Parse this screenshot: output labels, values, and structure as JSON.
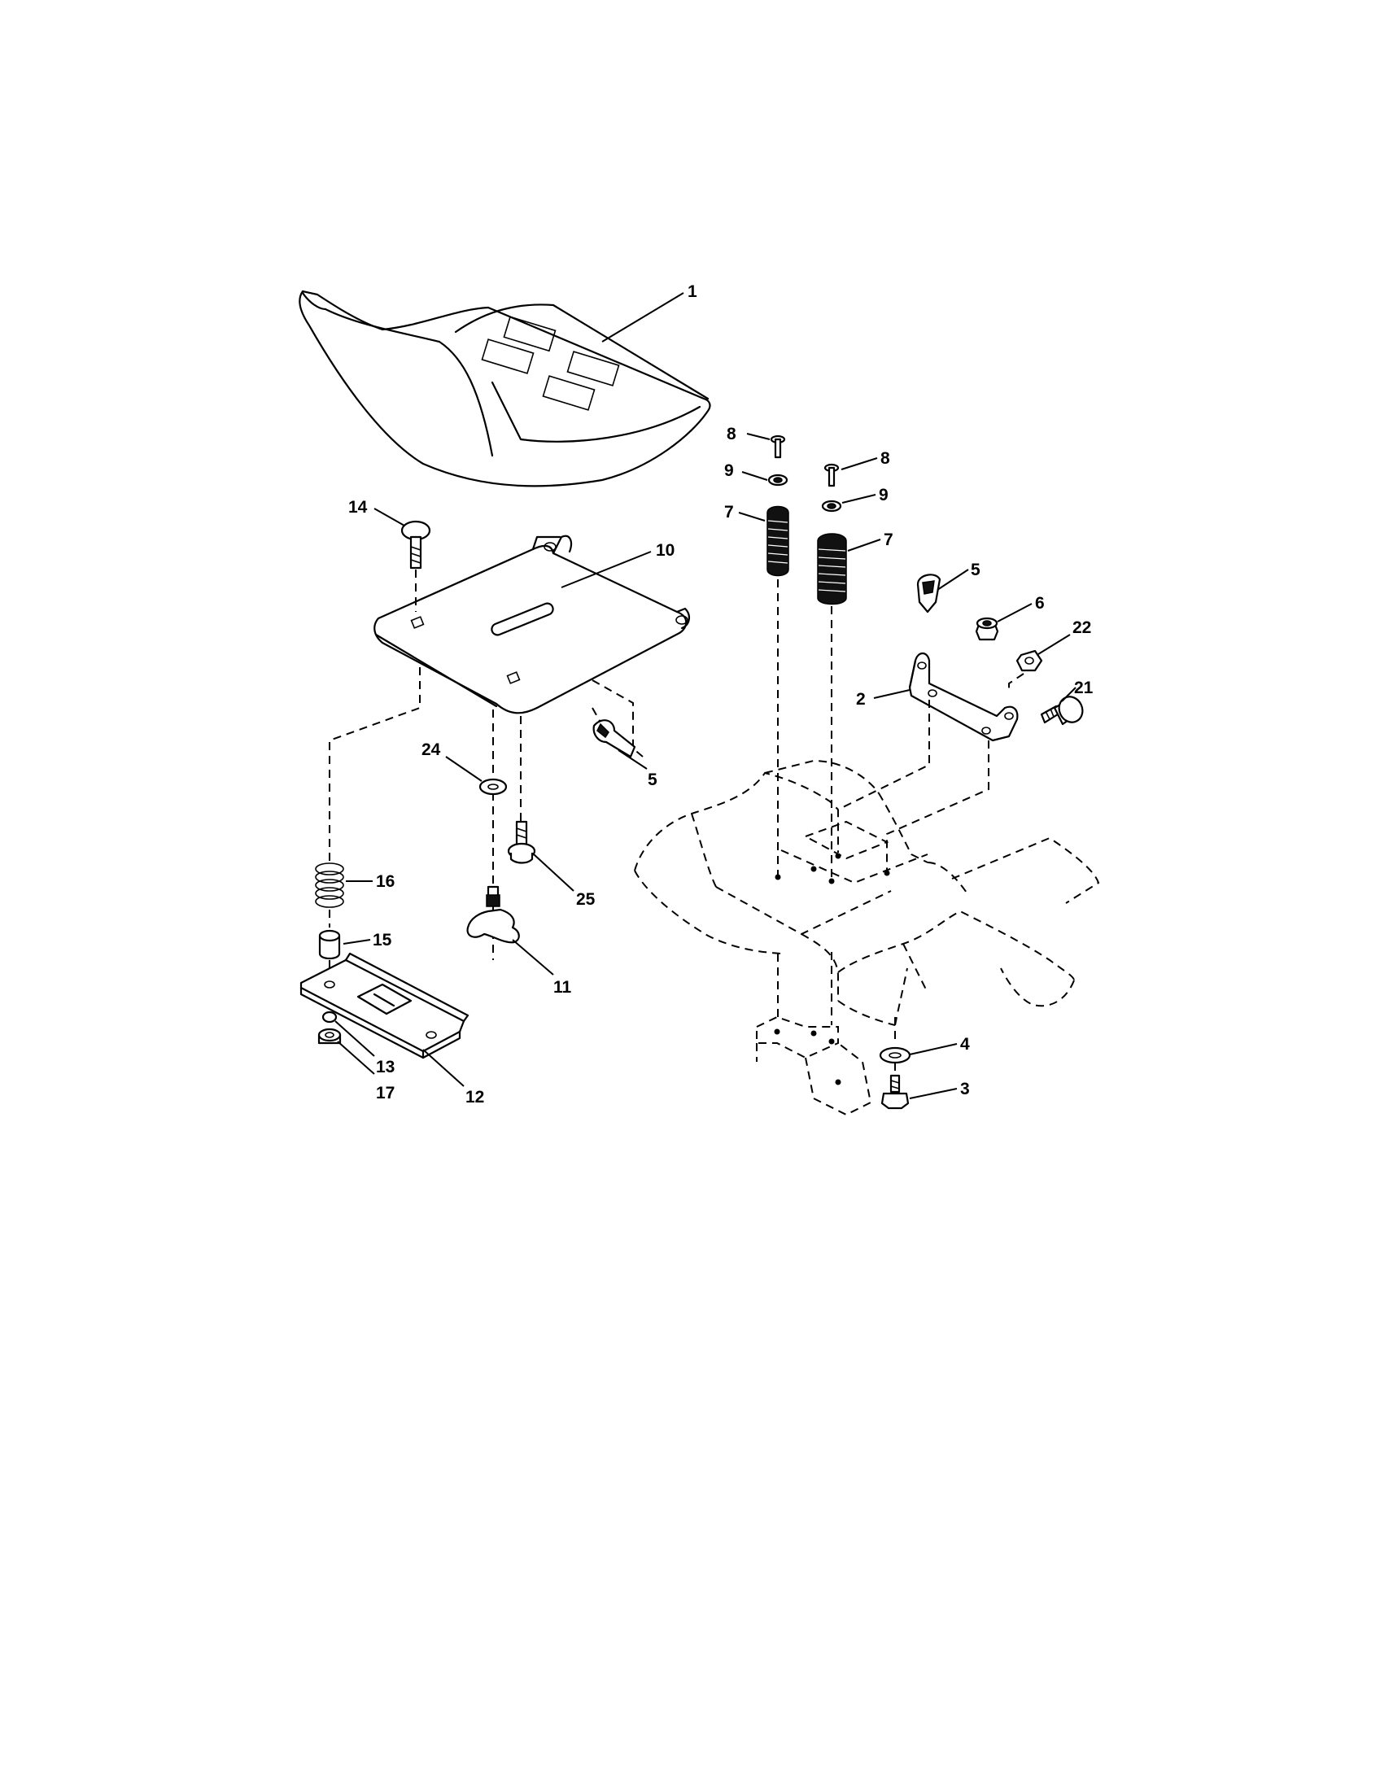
{
  "callouts": [
    {
      "id": "c1",
      "text": "1"
    },
    {
      "id": "c8a",
      "text": "8"
    },
    {
      "id": "c9a",
      "text": "9"
    },
    {
      "id": "c7a",
      "text": "7"
    },
    {
      "id": "c8b",
      "text": "8"
    },
    {
      "id": "c9b",
      "text": "9"
    },
    {
      "id": "c7b",
      "text": "7"
    },
    {
      "id": "c14",
      "text": "14"
    },
    {
      "id": "c10",
      "text": "10"
    },
    {
      "id": "c5a",
      "text": "5"
    },
    {
      "id": "c6",
      "text": "6"
    },
    {
      "id": "c22",
      "text": "22"
    },
    {
      "id": "c2",
      "text": "2"
    },
    {
      "id": "c21",
      "text": "21"
    },
    {
      "id": "c24",
      "text": "24"
    },
    {
      "id": "c5b",
      "text": "5"
    },
    {
      "id": "c16",
      "text": "16"
    },
    {
      "id": "c25",
      "text": "25"
    },
    {
      "id": "c15",
      "text": "15"
    },
    {
      "id": "c11",
      "text": "11"
    },
    {
      "id": "c13",
      "text": "13"
    },
    {
      "id": "c17",
      "text": "17"
    },
    {
      "id": "c12",
      "text": "12"
    },
    {
      "id": "c4",
      "text": "4"
    },
    {
      "id": "c3",
      "text": "3"
    }
  ]
}
